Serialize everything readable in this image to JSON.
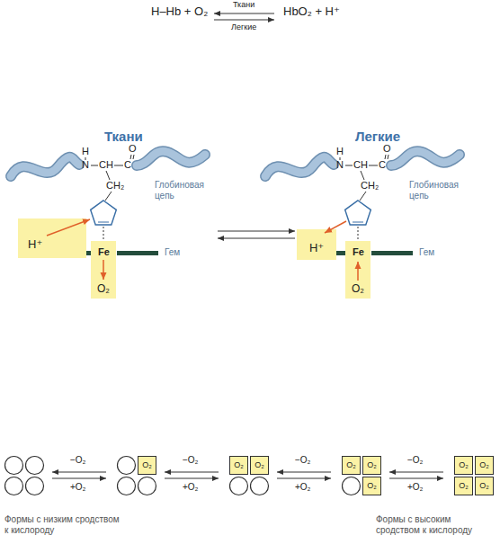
{
  "diagram": {
    "nodes": [
      {
        "text": [
          "H⁺"
        ]
      },
      {
        "text": [
          "O₂"
        ]
      },
      {
        "text": [
          "H⁺"
        ]
      },
      {
        "text": [
          "O₂"
        ]
      },
      {
        "text": [
          "O₂"
        ]
      },
      {
        "text": [
          "O₂"
        ]
      },
      {
        "text": [
          "O₂"
        ]
      },
      {
        "text": [
          "O₂"
        ]
      },
      {
        "text": [
          "O₂"
        ]
      },
      {
        "text": [
          "O₂"
        ]
      },
      {
        "text": [
          "O₂"
        ]
      },
      {
        "text": [
          "O₂"
        ]
      },
      {
        "text": [
          "O₂"
        ]
      },
      {
        "text": [
          "O₂"
        ]
      }
    ],
    "labels": [
      "H–Hb + O₂",
      "Ткани",
      "Легкие",
      "HbO₂ + H⁺",
      "Ткани",
      "Легкие",
      "H",
      "N",
      "CH",
      "C",
      "O",
      "CH₂",
      "Глобиновая цепь",
      "Fe",
      "Гем",
      "H",
      "N",
      "CH",
      "C",
      "O",
      "CH₂",
      "Глобиновая цепь",
      "Fe",
      "Гем",
      "−O₂",
      "−O₂",
      "−O₂",
      "−O₂",
      "+O₂",
      "+O₂",
      "+O₂",
      "+O₂",
      "Формы с низким сродством к кислороду",
      "Формы с высоким сродством к кислороду"
    ]
  }
}
